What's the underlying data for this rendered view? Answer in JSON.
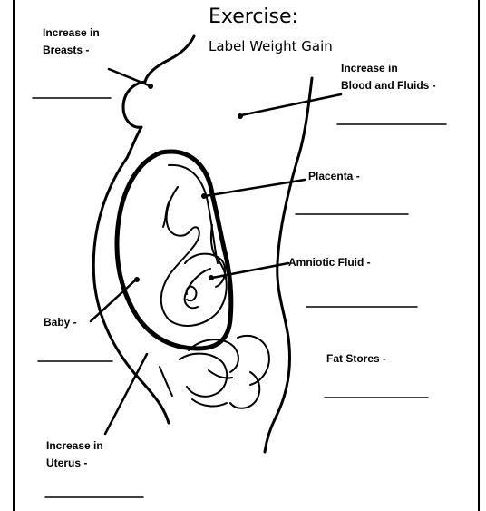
{
  "exercise": {
    "title": "Exercise:",
    "subtitle": "Label Weight Gain"
  },
  "labels": {
    "breasts": [
      "Increase in",
      "Breasts -"
    ],
    "blood": [
      "Increase in",
      "Blood and Fluids -"
    ],
    "placenta": "Placenta -",
    "amniotic": "Amniotic Fluid -",
    "baby": "Baby -",
    "fat": "Fat Stores -",
    "uterus": [
      "Increase in",
      "Uterus -"
    ]
  }
}
